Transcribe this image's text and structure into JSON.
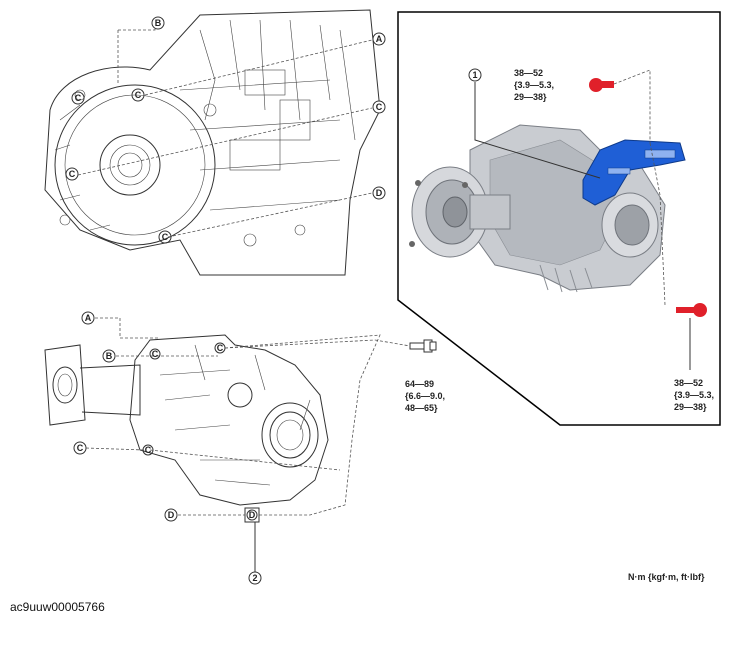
{
  "callouts": {
    "A": "A",
    "B": "B",
    "C": "C",
    "D": "D",
    "n1": "1",
    "n2": "2"
  },
  "torques": {
    "upper_bolt": [
      "38—52",
      "{3.9—5.3,",
      "29—38}"
    ],
    "lower_bolt": [
      "38—52",
      "{3.9—5.3,",
      "29—38}"
    ],
    "flange_bolt": [
      "64—89",
      "{6.6—9.0,",
      "48—65}"
    ]
  },
  "units": "N·m {kgf·m, ft·lbf}",
  "caption": "ac9uuw00005766",
  "colors": {
    "bracket": "#1f5fd6",
    "bolt_red": "#e0202a",
    "housing_gray": "#c9ccd1",
    "line": "#333333"
  }
}
